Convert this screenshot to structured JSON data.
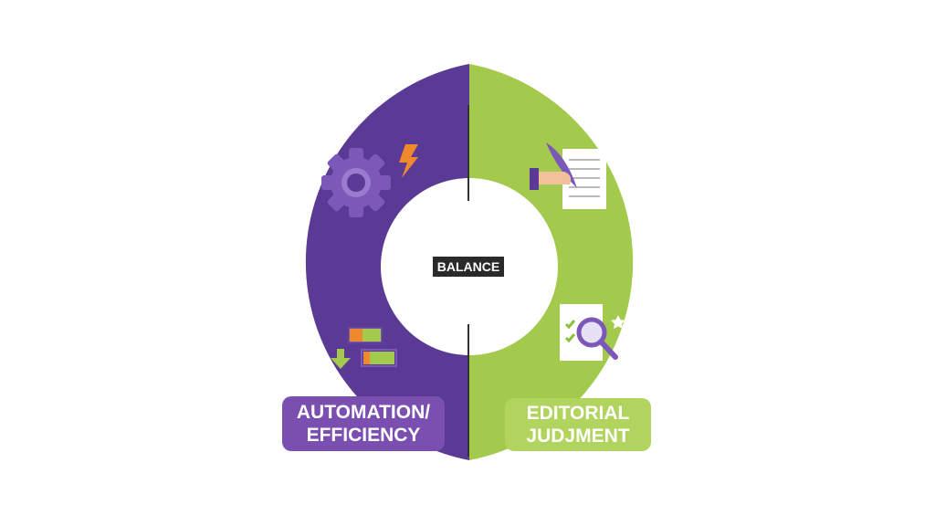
{
  "center_label": "BALANCE",
  "left": {
    "label_line1": "AUTOMATION/",
    "label_line2": "EFFICIENCY",
    "color": "#5b3a96",
    "icons": [
      "gear-icon",
      "lightning-icon",
      "battery-icon",
      "download-arrow-icon"
    ]
  },
  "right": {
    "label_line1": "EDITORIAL",
    "label_line2": "JUDJMENT",
    "color": "#a3c94d",
    "icons": [
      "quill-writing-icon",
      "document-review-icon",
      "magnifier-icon",
      "star-icon"
    ]
  }
}
